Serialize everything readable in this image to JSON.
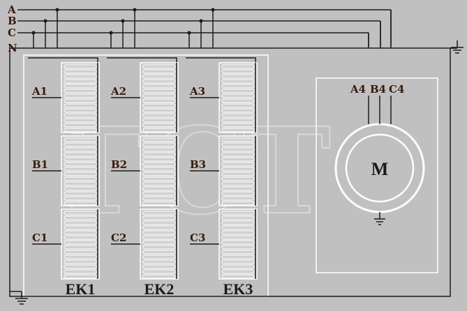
{
  "bus_labels": [
    "A",
    "B",
    "C",
    "N"
  ],
  "heaters": [
    {
      "name": "EK1",
      "taps": [
        "A1",
        "B1",
        "C1"
      ]
    },
    {
      "name": "EK2",
      "taps": [
        "A2",
        "B2",
        "C2"
      ]
    },
    {
      "name": "EK3",
      "taps": [
        "A3",
        "B3",
        "C3"
      ]
    }
  ],
  "motor": {
    "symbol": "M",
    "terminals": [
      "A4",
      "B4",
      "C4"
    ]
  },
  "watermark": "ГСТ",
  "colors": {
    "background": "#c0c0c0",
    "wire": "#1a1a1a",
    "frame": "#ffffff",
    "label": "#3a1a0a"
  }
}
